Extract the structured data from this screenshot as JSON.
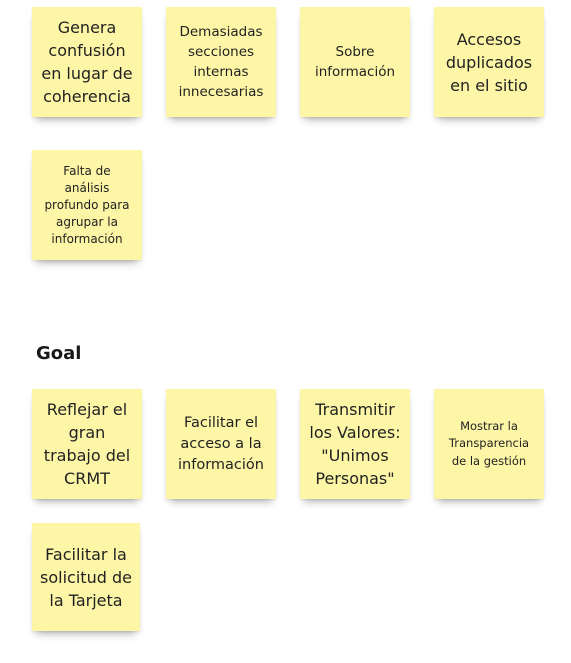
{
  "problems": [
    {
      "text": "Genera\nconfusión\nen lugar de\ncoherencia"
    },
    {
      "text": "Demasiadas\nsecciones\ninternas\ninnecesarias"
    },
    {
      "text": "Sobre\ninformación"
    },
    {
      "text": "Accesos\nduplicados\nen el sitio"
    },
    {
      "text": "Falta de\nanálisis\nprofundo para\nagrupar la\ninformación"
    }
  ],
  "goal_section": {
    "title": "Goal"
  },
  "goals": [
    {
      "text": "Reflejar el\ngran\ntrabajo del\nCRMT"
    },
    {
      "text": "Facilitar el\nacceso a la\ninformación"
    },
    {
      "text": "Transmitir\nlos Valores:\n\"Unimos\nPersonas\""
    },
    {
      "text": "Mostrar la\nTransparencia\nde la gestión"
    },
    {
      "text": "Facilitar la\nsolicitud de\nla Tarjeta"
    }
  ],
  "colors": {
    "sticky_note": "#fdf6a7",
    "text": "#222222",
    "background": "#ffffff"
  }
}
